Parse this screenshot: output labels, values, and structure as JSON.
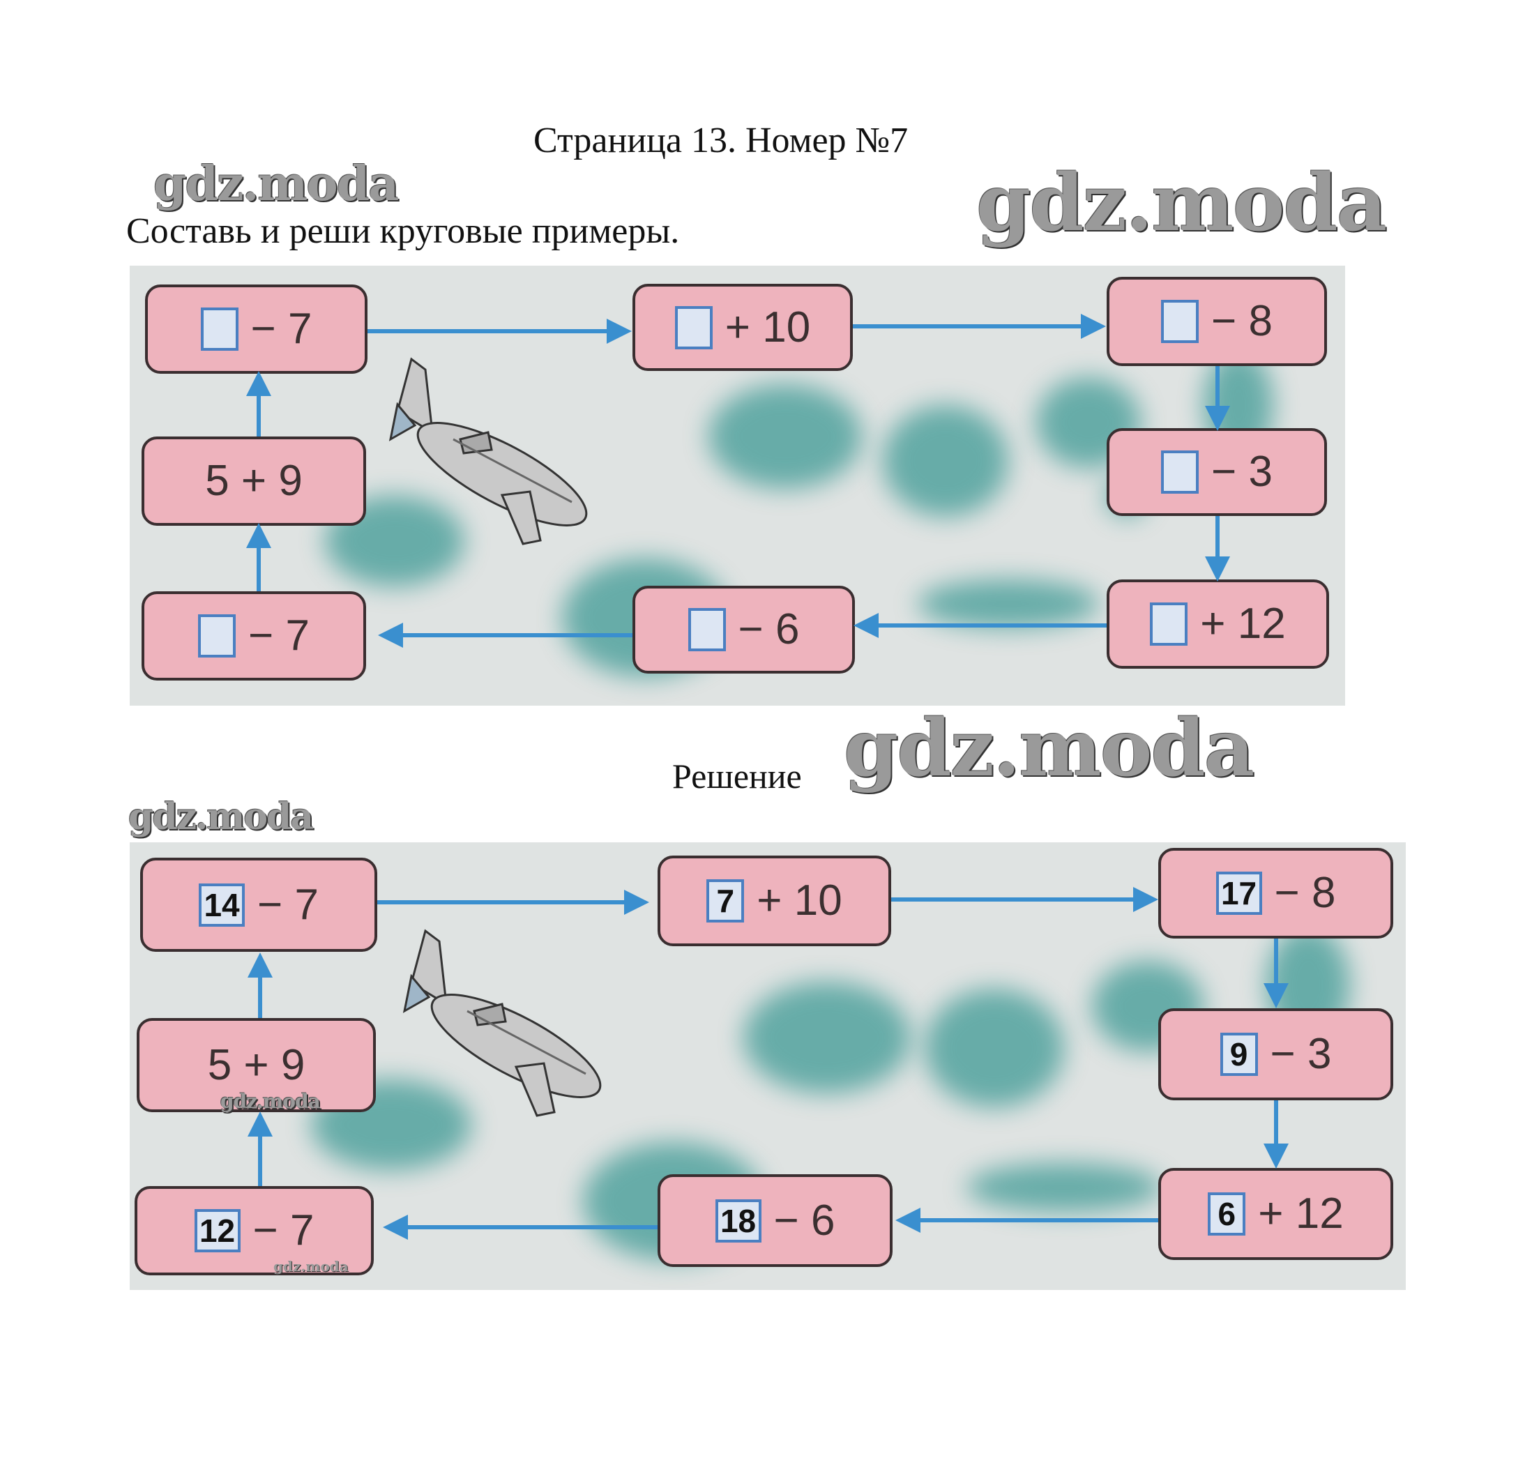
{
  "header": {
    "title": "Страница 13. Номер №7",
    "task": "Составь и реши круговые примеры.",
    "solution_label": "Решение"
  },
  "watermark": "gdz.moda",
  "colors": {
    "box": "#eeb3bd",
    "arrow": "#3a8fcf",
    "slot_border": "#4a7fc1",
    "cloud": "#3f9a95"
  },
  "exercise": {
    "boxes": [
      {
        "slot": true,
        "expr": "− 7"
      },
      {
        "slot": true,
        "expr": "+ 10"
      },
      {
        "slot": true,
        "expr": "− 8"
      },
      {
        "slot": true,
        "expr": "− 3"
      },
      {
        "slot": true,
        "expr": "+ 12"
      },
      {
        "slot": true,
        "expr": "− 6"
      },
      {
        "slot": true,
        "expr": "− 7"
      },
      {
        "slot": false,
        "expr": "5 + 9"
      }
    ]
  },
  "solution": {
    "boxes": [
      {
        "slot": true,
        "answer": "14",
        "expr": "− 7"
      },
      {
        "slot": true,
        "answer": "7",
        "expr": "+ 10"
      },
      {
        "slot": true,
        "answer": "17",
        "expr": "− 8"
      },
      {
        "slot": true,
        "answer": "9",
        "expr": "− 3"
      },
      {
        "slot": true,
        "answer": "6",
        "expr": "+ 12"
      },
      {
        "slot": true,
        "answer": "18",
        "expr": "− 6"
      },
      {
        "slot": true,
        "answer": "12",
        "expr": "− 7"
      },
      {
        "slot": false,
        "expr": "5 + 9"
      }
    ]
  }
}
